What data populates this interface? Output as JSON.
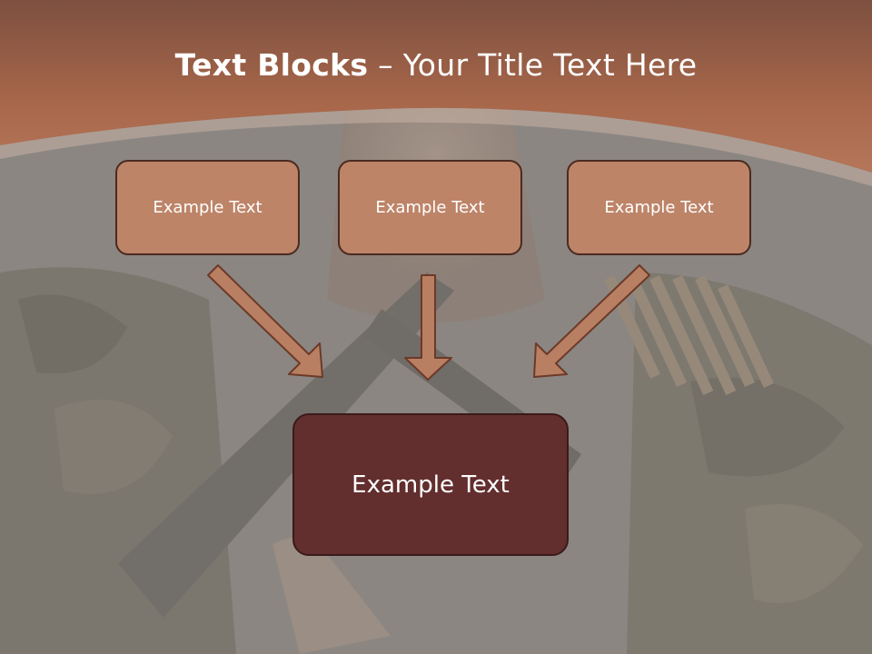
{
  "slide": {
    "title_bold": "Text Blocks",
    "title_separator": " – ",
    "title_rest": "Your Title Text Here",
    "top_boxes": [
      {
        "label": "Example Text"
      },
      {
        "label": "Example Text"
      },
      {
        "label": "Example Text"
      }
    ],
    "main_box": {
      "label": "Example Text"
    }
  },
  "colors": {
    "header_band": "#a8674a",
    "box_fill": "#bd8468",
    "main_box_fill": "#632e2e",
    "arrow_fill": "#b97f63",
    "arrow_stroke": "#6b3a28",
    "text": "#ffffff"
  }
}
